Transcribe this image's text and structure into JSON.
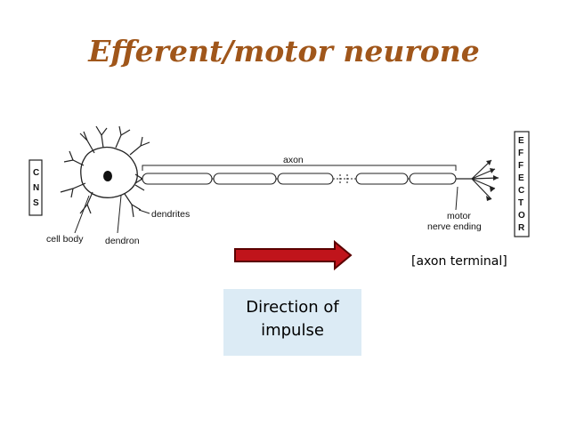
{
  "title": "Efferent/motor neurone",
  "labels": {
    "axon": "axon",
    "dendrites": "dendrites",
    "cell_body": "cell body",
    "dendron": "dendron",
    "motor": "motor",
    "nerve_ending": "nerve ending",
    "cns_letters": [
      "C",
      "N",
      "S"
    ],
    "effector_letters": [
      "E",
      "F",
      "F",
      "E",
      "C",
      "T",
      "O",
      "R"
    ]
  },
  "axon_terminal": "[axon terminal]",
  "direction": {
    "line1": "Direction of",
    "line2": "impulse"
  },
  "colors": {
    "title": "#a0561a",
    "arrow_fill": "#c0141b",
    "arrow_stroke": "#5a0000",
    "box_fill": "#dcebf5"
  }
}
